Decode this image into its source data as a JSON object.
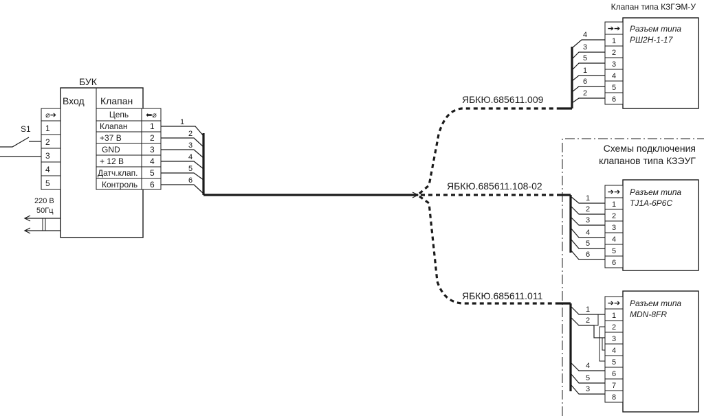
{
  "buk": {
    "title": "БУК",
    "input_header": "Вход",
    "valve_header": "Клапан",
    "input_pins": [
      "1",
      "2",
      "3",
      "4",
      "5"
    ],
    "input_symbol": "⌀➔",
    "valve_rows": [
      {
        "label": "Цепь",
        "pin": "⬅⌀"
      },
      {
        "label": "Клапан",
        "pin": "1"
      },
      {
        "label": "+37 В",
        "pin": "2"
      },
      {
        "label": "GND",
        "pin": "3"
      },
      {
        "label": "+ 12 В",
        "pin": "4"
      },
      {
        "label": "Датч.клап.",
        "pin": "5"
      },
      {
        "label": "Контроль",
        "pin": "6"
      }
    ],
    "wire_numbers": [
      "1",
      "2",
      "3",
      "4",
      "5",
      "6"
    ]
  },
  "switch_label": "S1",
  "power": {
    "line1": "220 В",
    "line2": "50Гц"
  },
  "cables": {
    "c1": "ЯБКЮ.685611.009",
    "c2": "ЯБКЮ.685611.108-02",
    "c3": "ЯБКЮ.685611.011"
  },
  "kzgem": {
    "title": "Клапан типа КЗГЭМ-У",
    "connector_line1": "Разъем типа",
    "connector_line2": "РШ2Н-1-17",
    "header_symbol": "➔➔",
    "pins": [
      "1",
      "2",
      "3",
      "4",
      "5",
      "6"
    ],
    "wire_numbers": [
      "4",
      "3",
      "5",
      "1",
      "6",
      "2"
    ]
  },
  "kzeug_group": {
    "line1": "Схемы подключения",
    "line2": "клапанов типа КЗЭУГ"
  },
  "tj1a": {
    "connector_line1": "Разъем типа",
    "connector_line2": "TJ1A-6P6C",
    "header_symbol": "➔➔",
    "pins": [
      "1",
      "2",
      "3",
      "4",
      "5",
      "6"
    ],
    "wire_numbers": [
      "1",
      "2",
      "3",
      "4",
      "5",
      "6"
    ]
  },
  "mdn": {
    "connector_line1": "Разъем типа",
    "connector_line2": "MDN-8FR",
    "header_symbol": "➔➔",
    "pins": [
      "1",
      "2",
      "3",
      "4",
      "5",
      "6",
      "7",
      "8"
    ],
    "wire_numbers_top": [
      "1",
      "2"
    ],
    "wire_numbers_bottom": [
      "4",
      "5",
      "3"
    ]
  }
}
